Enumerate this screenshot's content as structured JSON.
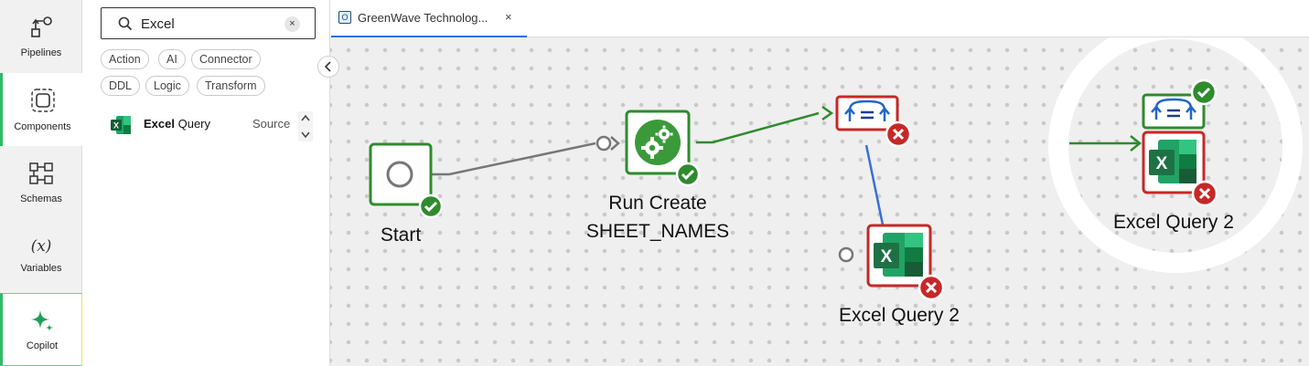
{
  "rail": {
    "items": [
      {
        "label": "Pipelines"
      },
      {
        "label": "Components"
      },
      {
        "label": "Schemas"
      },
      {
        "label": "Variables"
      },
      {
        "label": "Copilot"
      }
    ]
  },
  "panel": {
    "search": {
      "value": "Excel",
      "clear_icon": "×"
    },
    "chips": [
      "Action",
      "AI",
      "Connector",
      "DDL",
      "Logic",
      "Transform"
    ],
    "results": [
      {
        "match": "Excel",
        "rest": " Query",
        "type": "Source"
      }
    ]
  },
  "tabs": [
    {
      "label": "GreenWave Technolog...",
      "icon": "O",
      "close": "×"
    }
  ],
  "canvas": {
    "nodes": {
      "start": "Start",
      "run_create_line1": "Run Create",
      "run_create_line2": "SHEET_NAMES",
      "excel_query_a": "Excel Query 2",
      "excel_query_b": "Excel Query 2"
    },
    "excel_glyph": "X"
  },
  "colors": {
    "success": "#2e8b2e",
    "error": "#c62828",
    "accent": "#1a73e8",
    "excel_green": "#1e7145"
  }
}
